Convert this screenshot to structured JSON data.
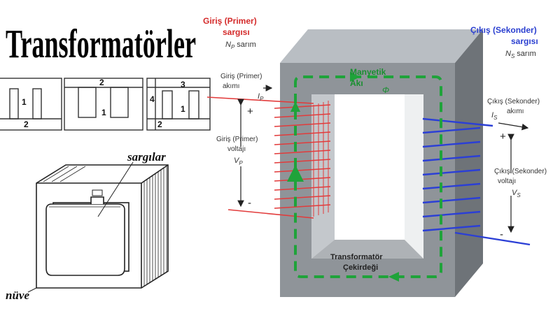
{
  "title": "Transformatörler",
  "core_types": {
    "left": {
      "top_num": "",
      "mid_num": "1",
      "bottom_num": "2"
    },
    "middle": {
      "top_num": "2",
      "mid_num": "1"
    },
    "right": {
      "top_num": "3",
      "left_num": "4",
      "mid_num": "1",
      "bottom_num": "2"
    }
  },
  "sketch": {
    "windings_label": "sargılar",
    "core_label": "nüve"
  },
  "main_diagram": {
    "primary_title_1": "Giriş (Primer)",
    "primary_title_2": "sargısı",
    "primary_turns": "N",
    "primary_turns_sub": "P",
    "primary_turns_unit": "sarım",
    "secondary_title_1": "Çıkış (Sekonder)",
    "secondary_title_2": "sargısı",
    "secondary_turns": "N",
    "secondary_turns_sub": "S",
    "secondary_turns_unit": "sarım",
    "primary_current_1": "Giriş (Primer)",
    "primary_current_2": "akımı",
    "primary_current_sym": "I",
    "primary_current_sub": "P",
    "primary_voltage_1": "Giriş (Primer)",
    "primary_voltage_2": "voltajı",
    "primary_voltage_sym": "V",
    "primary_voltage_sub": "P",
    "secondary_current_1": "Çıkış (Sekonder)",
    "secondary_current_2": "akımı",
    "secondary_current_sym": "I",
    "secondary_current_sub": "S",
    "secondary_voltage_1": "Çıkış (Sekonder)",
    "secondary_voltage_2": "voltajı",
    "secondary_voltage_sym": "V",
    "secondary_voltage_sub": "S",
    "flux_1": "Manyetik",
    "flux_2": "Akı",
    "flux_sym": "Φ",
    "core_1": "Transformatör",
    "core_2": "Çekirdeği",
    "plus": "+",
    "minus": "-"
  },
  "colors": {
    "primary": "#e23b3b",
    "secondary": "#2b3fd6",
    "flux": "#1fa33a",
    "core_front": "#8f9499",
    "core_top": "#b9bec3",
    "core_side": "#6e7378",
    "primary_label": "#d42a2a",
    "secondary_label": "#2a3fd0"
  }
}
